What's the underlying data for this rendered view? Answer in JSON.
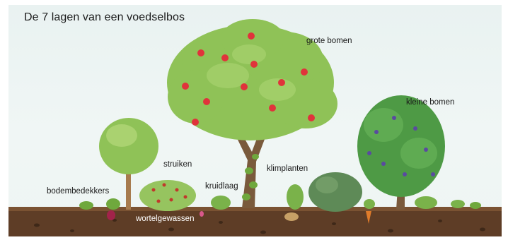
{
  "title": "De 7 lagen van een voedselbos",
  "layers": {
    "grote_bomen": "grote bomen",
    "kleine_bomen": "kleine bomen",
    "struiken": "struiken",
    "klimplanten": "klimplanten",
    "kruidlaag": "kruidlaag",
    "bodembedekkers": "bodembedekkers",
    "wortelgewassen": "wortelgewassen"
  },
  "colors": {
    "sky": "#eef5f3",
    "soil": "#5e3d26",
    "soil_top": "#7a5232",
    "big_tree_foliage": "#8fc257",
    "small_tree_foliage": "#4e9a45",
    "shrub_foliage": "#96c45f",
    "trunk": "#7a5a3c",
    "apple": "#e0333b",
    "berry": "#5a4aa0"
  }
}
